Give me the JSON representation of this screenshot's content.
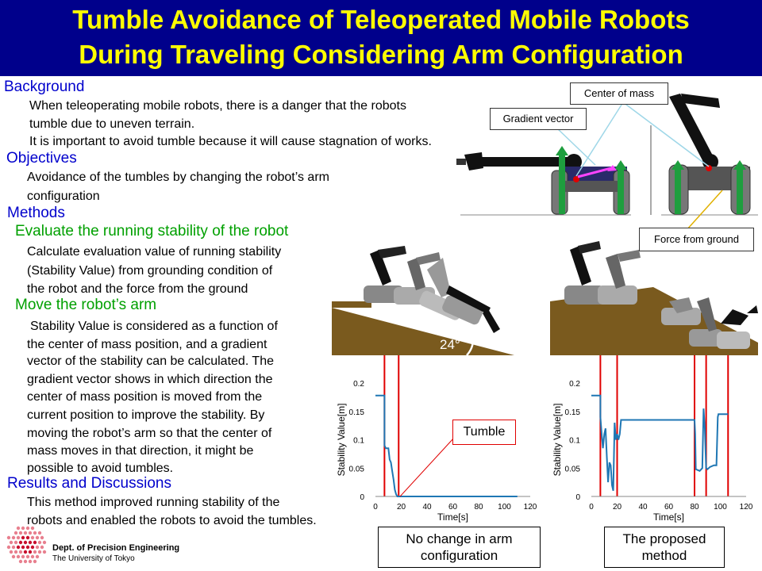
{
  "title": {
    "line1": "Tumble Avoidance of Teleoperated Mobile Robots",
    "line2": "During Traveling Considering Arm Configuration"
  },
  "colors": {
    "title_bg": "#00008b",
    "title_text": "#ffff00",
    "heading": "#0000cc",
    "subheading": "#00a000",
    "stability_line": "#1f77b4",
    "marker_line": "#e00000"
  },
  "background": {
    "heading": "Background",
    "lines": [
      "When teleoperating mobile robots, there is a danger that the robots",
      "tumble due to uneven terrain.",
      "It is important to avoid tumble because it will cause stagnation of works."
    ]
  },
  "objectives": {
    "heading": "Objectives",
    "lines": [
      "Avoidance of the tumbles by changing the robot’s arm",
      "configuration"
    ]
  },
  "methods": {
    "heading": "Methods",
    "sub1": {
      "heading": "Evaluate the running stability of the robot",
      "lines": [
        "Calculate evaluation value of running stability",
        "(Stability Value) from grounding condition of",
        "the robot and the force from the ground"
      ]
    },
    "sub2": {
      "heading": "Move the robot’s arm",
      "lines": [
        "Stability Value is considered as a function of",
        "the center of mass position, and a gradient",
        "vector of the stability can be calculated. The",
        "gradient vector shows in which direction the",
        "center of mass position is moved from the",
        "current position to improve the stability. By",
        "moving the robot’s arm so that the center of",
        "mass moves in that direction, it might be",
        "possible to avoid tumbles."
      ]
    }
  },
  "results": {
    "heading": "Results and Discussions",
    "lines": [
      "This method improved running stability of the",
      "robots and enabled the robots to avoid the tumbles."
    ]
  },
  "figure_labels": {
    "center_of_mass": "Center of mass",
    "gradient_vector": "Gradient vector",
    "force_from_ground": "Force from ground",
    "angle": "24°",
    "tumble": "Tumble"
  },
  "captions": {
    "left": "No change in arm configuration",
    "right": "The proposed method"
  },
  "logo": {
    "dept": "Dept. of Precision Engineering",
    "univ": "The University of Tokyo"
  },
  "chart_data": [
    {
      "type": "line",
      "xlabel": "Time[s]",
      "ylabel": "Stability Value[m]",
      "xlim": [
        0,
        120
      ],
      "ylim": [
        0,
        0.2
      ],
      "xticks": [
        0,
        20,
        40,
        60,
        80,
        100,
        120
      ],
      "yticks": [
        "0",
        "0.05",
        "0.1",
        "0.15",
        "0.2"
      ],
      "series": [
        {
          "x": [
            0,
            7,
            7,
            8,
            10,
            11,
            12,
            13,
            14,
            15,
            16,
            17,
            18,
            20,
            25,
            40,
            60,
            80,
            100,
            110
          ],
          "y": [
            0.178,
            0.178,
            0.09,
            0.085,
            0.085,
            0.065,
            0.06,
            0.045,
            0.03,
            0.012,
            0.004,
            0.0,
            0.0,
            0.0,
            0.0,
            0.0,
            0.0,
            0.0,
            0.0,
            0.0
          ]
        }
      ],
      "markers": [
        7,
        18
      ]
    },
    {
      "type": "line",
      "xlabel": "Time[s]",
      "ylabel": "Stability Value[m]",
      "xlim": [
        0,
        120
      ],
      "ylim": [
        0,
        0.2
      ],
      "xticks": [
        0,
        20,
        40,
        60,
        80,
        100,
        120
      ],
      "yticks": [
        "0",
        "0.05",
        "0.1",
        "0.15",
        "0.2"
      ],
      "series": [
        {
          "x": [
            0,
            7,
            7,
            8,
            9,
            10,
            11,
            12,
            13,
            14,
            15,
            16,
            17,
            18,
            19,
            20,
            21,
            22,
            23,
            24,
            80,
            80.5,
            81,
            84,
            86,
            87,
            88,
            89,
            90,
            92,
            95,
            97,
            98,
            98.5,
            106
          ],
          "y": [
            0.178,
            0.178,
            0.14,
            0.11,
            0.085,
            0.11,
            0.12,
            0.07,
            0.025,
            0.06,
            0.055,
            0.02,
            0.01,
            0.13,
            0.1,
            0.11,
            0.1,
            0.11,
            0.135,
            0.135,
            0.135,
            0.11,
            0.048,
            0.045,
            0.05,
            0.155,
            0.12,
            0.05,
            0.048,
            0.052,
            0.055,
            0.055,
            0.14,
            0.145,
            0.145
          ]
        }
      ],
      "markers": [
        7,
        20,
        80,
        89,
        106
      ]
    }
  ]
}
